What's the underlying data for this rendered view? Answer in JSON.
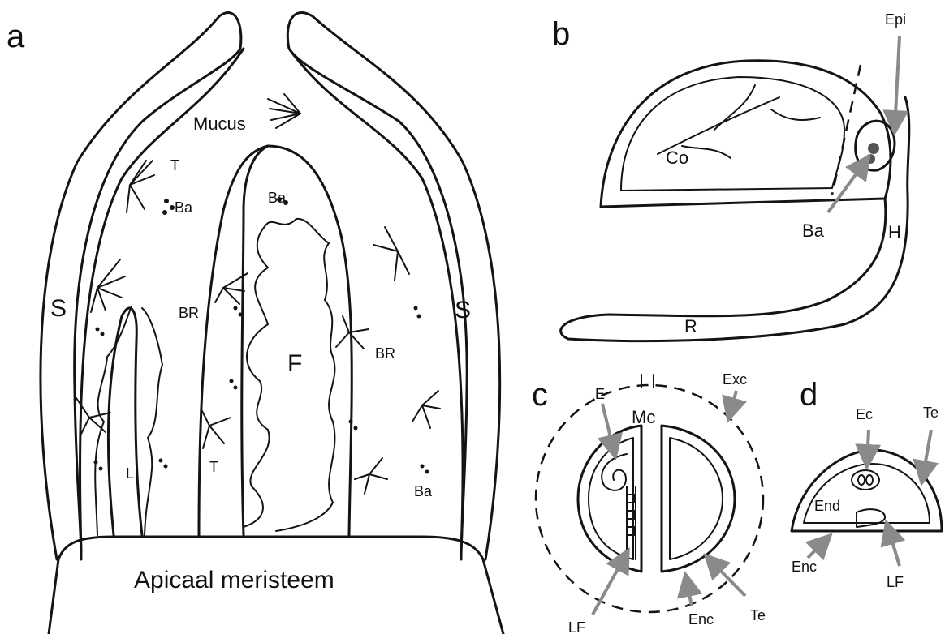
{
  "panels": {
    "a": "a",
    "b": "b",
    "c": "c",
    "d": "d"
  },
  "panel_a": {
    "mucus": "Mucus",
    "t_top": "T",
    "ba_top": "Ba",
    "ba_center": "Ba",
    "s_left": "S",
    "s_right": "S",
    "br_left": "BR",
    "br_right": "BR",
    "f": "F",
    "l": "L",
    "t_bottom": "T",
    "ba_bottom": "Ba",
    "meristem": "Apicaal meristeem"
  },
  "panel_b": {
    "epi": "Epi",
    "co": "Co",
    "ba": "Ba",
    "h": "H",
    "r": "R"
  },
  "panel_c": {
    "e": "E",
    "mc": "Mc",
    "exc": "Exc",
    "lf": "LF",
    "enc": "Enc",
    "te": "Te"
  },
  "panel_d": {
    "ec": "Ec",
    "te": "Te",
    "end": "End",
    "enc": "Enc",
    "lf": "LF"
  }
}
